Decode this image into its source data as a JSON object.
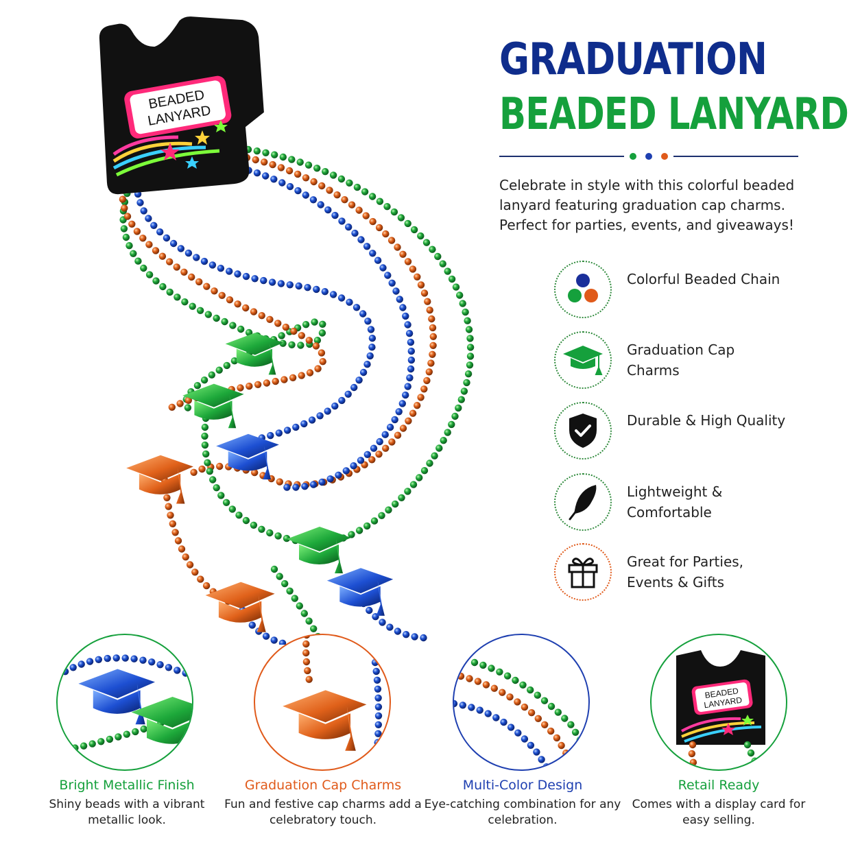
{
  "header": {
    "title_line1": "GRADUATION",
    "title_line2": "BEADED LANYARD"
  },
  "intro": "Celebrate in style with this colorful beaded lanyard featuring graduation cap charms. Perfect for parties, events, and giveaways!",
  "card": {
    "label_line1": "BEADED",
    "label_line2": "LANYARD"
  },
  "colors": {
    "navy": "#0f2d8c",
    "green": "#15a03c",
    "blue": "#1e3fb0",
    "orange": "#e05a1a"
  },
  "features": [
    {
      "icon": "three-dots-icon",
      "label": "Colorful Beaded Chain"
    },
    {
      "icon": "graduation-cap-icon",
      "label": "Graduation Cap Charms"
    },
    {
      "icon": "shield-check-icon",
      "label": "Durable & High Quality"
    },
    {
      "icon": "feather-icon",
      "label": "Lightweight & Comfortable"
    },
    {
      "icon": "gift-icon",
      "label": "Great for Parties, Events & Gifts"
    }
  ],
  "details": [
    {
      "title": "Bright Metallic Finish",
      "description": "Shiny beads with a vibrant metallic look.",
      "color": "#15a03c"
    },
    {
      "title": "Graduation Cap Charms",
      "description": "Fun and festive cap charms add a celebratory touch.",
      "color": "#e05a1a"
    },
    {
      "title": "Multi-Color Design",
      "description": "Eye-catching combination for any celebration.",
      "color": "#1e3fb0"
    },
    {
      "title": "Retail Ready",
      "description": "Comes with a display card for easy selling.",
      "color": "#15a03c"
    }
  ]
}
